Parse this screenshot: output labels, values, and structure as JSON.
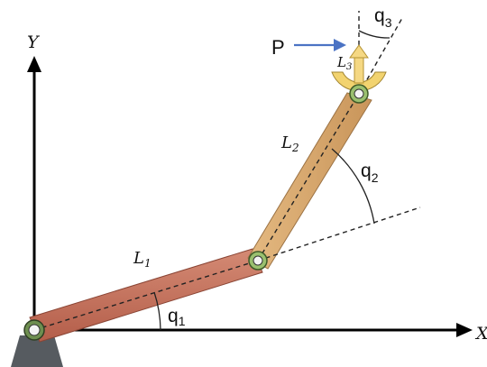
{
  "axes": {
    "x_label": "X",
    "y_label": "Y"
  },
  "links": {
    "l1": "L",
    "l1_sub": "1",
    "l2": "L",
    "l2_sub": "2",
    "l3": "L",
    "l3_sub": "3"
  },
  "angles": {
    "q1": "q",
    "q1_sub": "1",
    "q2": "q",
    "q2_sub": "2",
    "q3": "q",
    "q3_sub": "3"
  },
  "force": {
    "label": "P"
  },
  "colors": {
    "link1": "#c3705c",
    "link2": "#d7a76a",
    "gripper": "#f3d77a",
    "joint": "#8fbf6a",
    "force_arrow": "#4b73c4",
    "base": "#555a5e"
  }
}
